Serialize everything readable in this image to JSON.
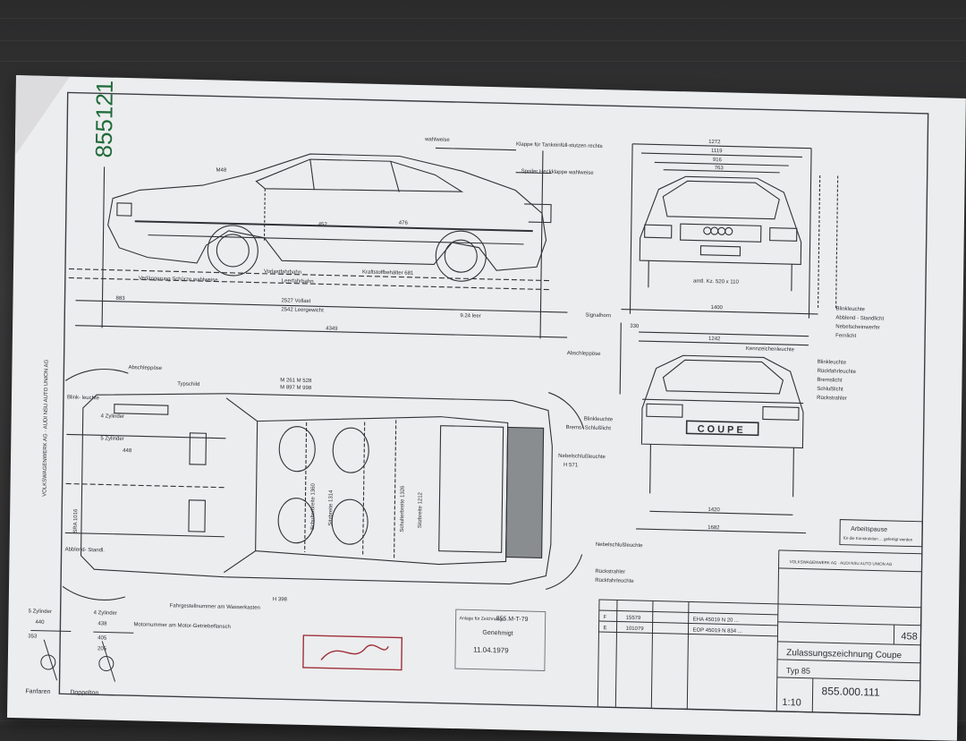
{
  "sheet": {
    "number": "855121",
    "vertical_company": "VOLKSWAGENWERK AG · AUDI NSU AUTO UNION AG",
    "title": "Zulassungszeichnung Coupe",
    "type": "Typ 85",
    "drawing_number": "855.000.111",
    "scale": "1:10",
    "sheet_no": "458",
    "company": "VOLKSWAGENWERK AG · AUDI NSU AUTO UNION AG",
    "arbeitspause": "Arbeitspause",
    "arbeitspause_sub": "für die Konstruktion ... gefertigt werden",
    "stamp_top": "Anlage für Zeichnungs-",
    "stamp_date": "855.M-T-79",
    "stamp_approved": "Genehmigt",
    "stamp_date2": "11.04.1979",
    "change_rows": [
      {
        "col1": "F",
        "col2": "15579",
        "text": "EHA 45019 N 20 ..."
      },
      {
        "col1": "E",
        "col2": "101079",
        "text": "EOP 45019 N 834 ..."
      }
    ]
  },
  "side_view": {
    "labels": {
      "wahlweise": "wahlweise",
      "klappe": "Klappe für Tankeinfüll-stutzen rechts",
      "spoiler": "Spoiler Heckklappe wahlweise",
      "m48": "M48",
      "verlaengerung": "Verlängerung Schürze wahlweise",
      "vorlastfahrbahn": "Vorlastfahrbahn",
      "leerfahrbahn": "Leerfahrbahn",
      "tank": "Kraftstoffbehälter 681",
      "vollast": "2527 Vollast",
      "leergewicht": "2542 Leergewicht",
      "leer": "9.24 leer",
      "length": "4349",
      "d883": "883",
      "d452": "452",
      "d476": "476"
    }
  },
  "front_view": {
    "labels": {
      "w1272": "1272",
      "w1119": "1119",
      "w916": "916",
      "w763": "763",
      "track": "1400",
      "plate": "amtl. Kz. 520 x 110",
      "signalhorn": "Signalhorn",
      "blink": "Blinkleuchte",
      "abblend": "Abblend - Standlicht",
      "nebel": "Nebelscheinwerfer",
      "fern": "Fernlicht"
    }
  },
  "rear_view": {
    "labels": {
      "kennzeichen": "Kennzeichenleuchte",
      "blink": "Blinkleuchte",
      "rueckfahr": "Rückfahrleuchte",
      "brems": "Bremslicht",
      "schluss": "Schlußlicht",
      "rueckstrahler": "Rückstrahler",
      "badge": "COUPE",
      "w1242": "1242",
      "track": "1420",
      "width": "1682",
      "d330": "330",
      "nebelschluss": "Nebelschlußleuchte",
      "h571": "H 571"
    }
  },
  "top_view": {
    "labels": {
      "abschleppoese": "Abschleppöse",
      "typschild": "Typschild",
      "m261": "M 261  M 528",
      "m897": "M 897  M 998",
      "zyl5": "5 Zylinder",
      "zyl4": "4 Zylinder",
      "blinkleuchte": "Blink- leuchte",
      "abblend": "Abblend- Standl.",
      "schulter": "Schulterbreite 1360",
      "sitz": "Sitzbreite 1314",
      "schulter2": "Schulterbreite 1326",
      "sitz2": "Sitzbreite 1212",
      "fahrgestell": "Fahrgestellnummer am Wasserkasten",
      "motornummer": "Motornummer am Motor-Getriebeflansch",
      "h398": "H 398",
      "sra": "SRA 1016",
      "d448": "448",
      "ruecklicht": "Rückfahrleuchte",
      "nebelschlussleuchte": "Nebelschlußleuchte",
      "rueckstrahler": "Rückstrahler",
      "brems": "Brems- Schlußlicht",
      "blink2": "Blinkleuchte",
      "abschleppoese2": "Abschleppöse"
    }
  },
  "bottom_left": {
    "zyl5": "5 Zylinder",
    "zyl4": "4 Zylinder",
    "fanfaren": "Fanfaren",
    "doppelton": "Doppelton",
    "d440": "440",
    "d438": "438",
    "d353": "353",
    "d405": "405",
    "d205": "205"
  }
}
